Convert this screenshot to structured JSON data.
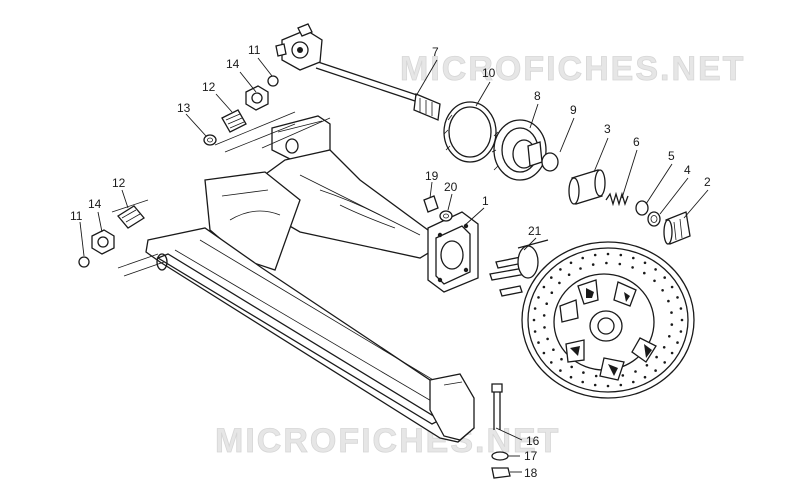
{
  "watermark": "MICROFICHES.NET",
  "labels": {
    "p1": "1",
    "p2": "2",
    "p3": "3",
    "p4": "4",
    "p5": "5",
    "p6": "6",
    "p7": "7",
    "p8": "8",
    "p9": "9",
    "p10": "10",
    "p11a": "11",
    "p11b": "11",
    "p12a": "12",
    "p12b": "12",
    "p13": "13",
    "p14a": "14",
    "p14b": "14",
    "p16": "16",
    "p17": "17",
    "p18": "18",
    "p19": "19",
    "p20": "20",
    "p21": "21"
  }
}
